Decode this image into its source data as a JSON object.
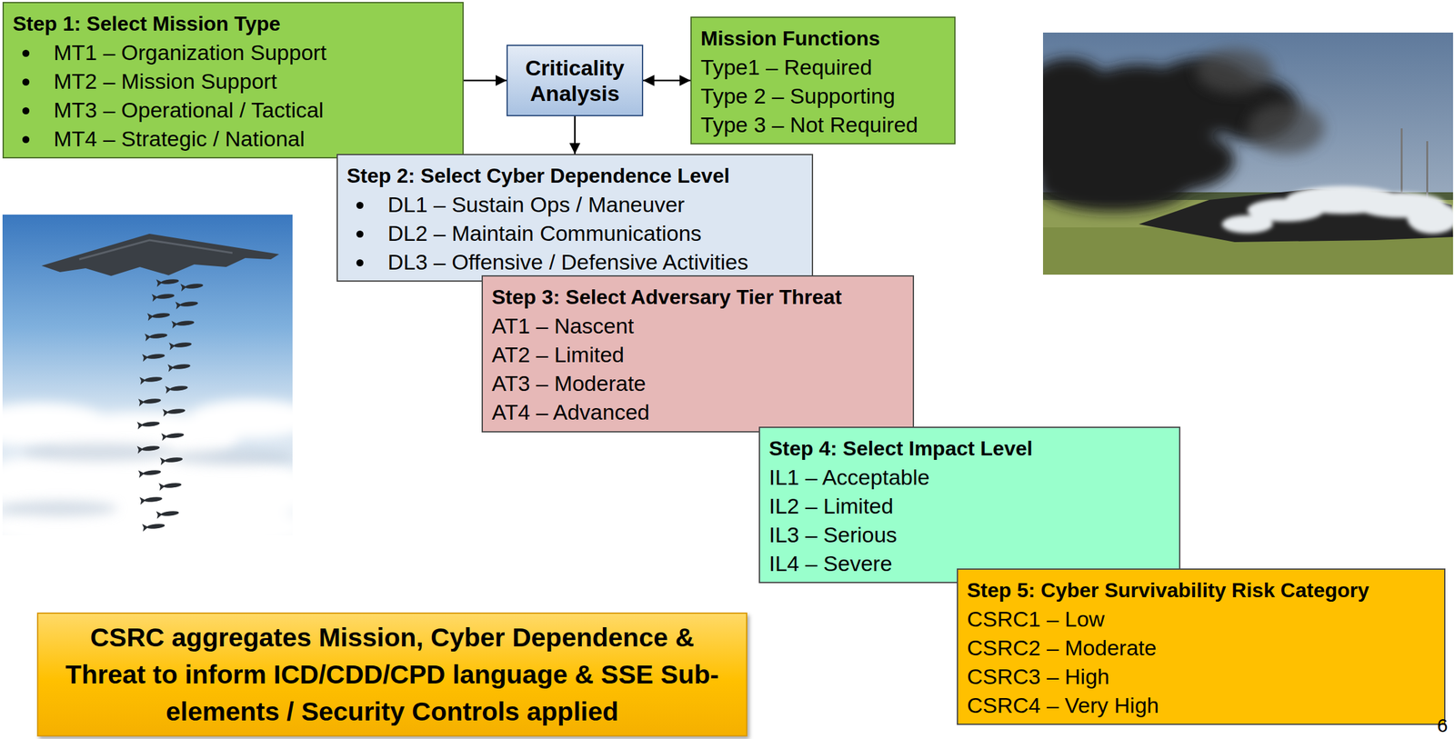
{
  "diagram": {
    "nodes": [
      {
        "text": [
          "Step 1: Select Mission Type",
          "MT1 – Organization Support",
          "MT2 – Mission Support",
          "MT3 – Operational / Tactical",
          "MT4 – Strategic / National"
        ]
      },
      {
        "text": [
          "Criticality Analysis"
        ]
      },
      {
        "text": [
          "Mission Functions",
          "Type1 – Required",
          "Type 2 – Supporting",
          "Type 3 – Not Required"
        ]
      },
      {
        "text": [
          "Step 2: Select Cyber Dependence Level",
          "DL1 – Sustain Ops / Maneuver",
          "DL2 – Maintain Communications",
          "DL3 – Offensive / Defensive Activities"
        ]
      },
      {
        "text": [
          "Step 3: Select Adversary Tier Threat",
          "AT1 – Nascent",
          "AT2 – Limited",
          "AT3 – Moderate",
          "AT4 – Advanced"
        ]
      },
      {
        "text": [
          "Step 4: Select Impact Level",
          "IL1 – Acceptable",
          "IL2 – Limited",
          "IL3 – Serious",
          "IL4 – Severe"
        ]
      },
      {
        "text": [
          "Step 5: Cyber Survivability Risk Category",
          "CSRC1 – Low",
          "CSRC2 – Moderate",
          "CSRC3 – High",
          "CSRC4 – Very High"
        ]
      },
      {
        "text": [
          "CSRC aggregates Mission, Cyber Dependence & Threat to inform ICD/CDD/CPD language & SSE Sub-elements / Security Controls applied"
        ]
      }
    ],
    "edges": [
      {
        "from": 0,
        "to": 1,
        "arrow": "to"
      },
      {
        "from": 1,
        "to": 2,
        "arrow": "both"
      },
      {
        "from": 1,
        "to": 3,
        "arrow": "to"
      }
    ],
    "labels": [
      "6"
    ]
  }
}
